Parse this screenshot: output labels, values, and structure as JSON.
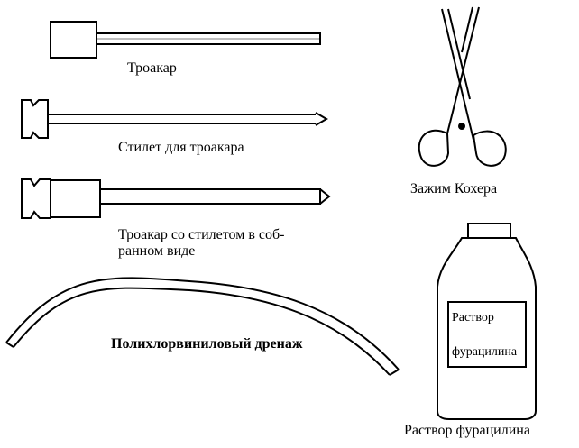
{
  "labels": {
    "trocar": "Троакар",
    "stylet": "Стилет для троакара",
    "assembled_line1": "Троакар со стилетом в соб-",
    "assembled_line2": "ранном виде",
    "drain": "Полихлорвиниловый дренаж",
    "clamp": "Зажим Кохера",
    "solution": "Раствор фурацилина"
  },
  "bottle_label": {
    "line1": "Раствор",
    "line2": "фурацилина"
  }
}
